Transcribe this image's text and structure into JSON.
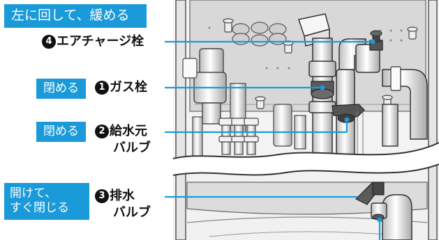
{
  "tags": {
    "loosen": "左に回して、緩める",
    "close_gas": "閉める",
    "close_water": "閉める",
    "open_close_line1": "開けて、",
    "open_close_line2": "すぐ閉じる"
  },
  "labels": {
    "air_plug": {
      "num": "4",
      "text": "エアチャージ栓"
    },
    "gas_valve": {
      "num": "1",
      "text": "ガス栓"
    },
    "water_supply": {
      "num": "2",
      "text": "給水元",
      "text2": "バルブ"
    },
    "drain": {
      "num": "3",
      "text": "排水",
      "text2": "バルブ"
    }
  },
  "colors": {
    "accent": "#1a9ad9",
    "leader": "#1a9ad9",
    "panel": "#d9d9d9",
    "pipe": "#e8e8e8",
    "valve_dark": "#555555"
  }
}
